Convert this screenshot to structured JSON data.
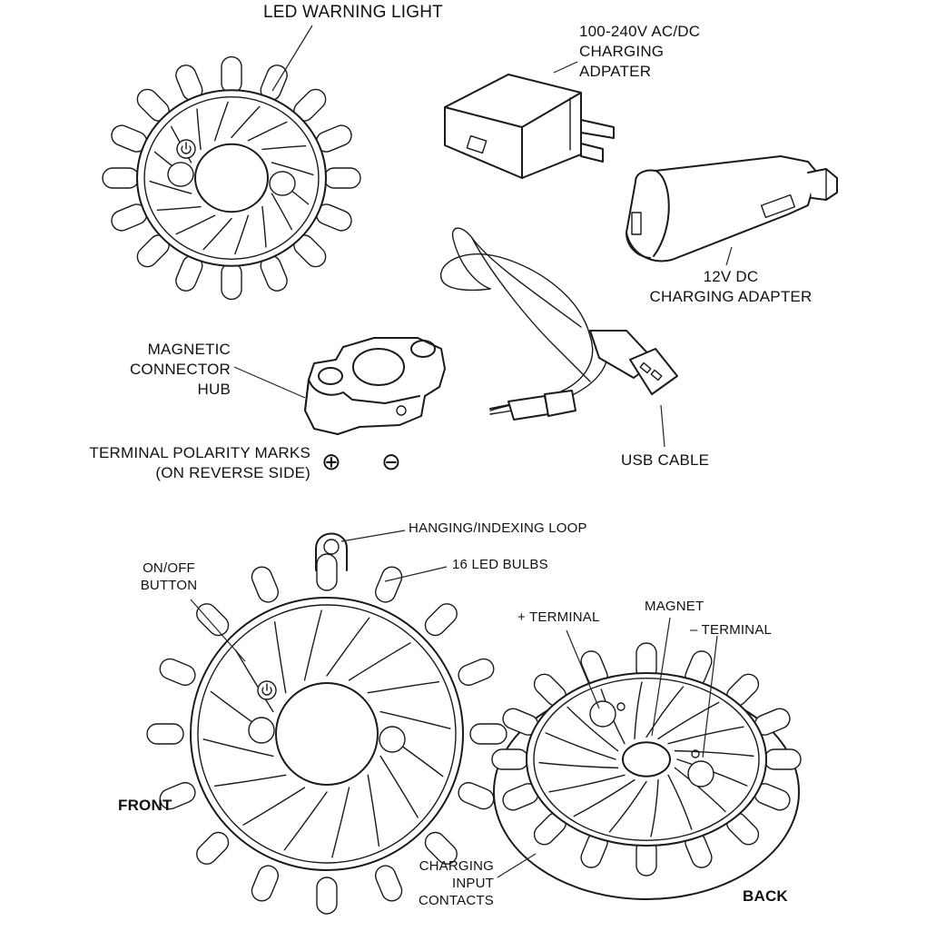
{
  "labels": {
    "led_warning_light": "LED WARNING LIGHT",
    "ac_adapter_line1": "100-240V AC/DC",
    "ac_adapter_line2": "CHARGING",
    "ac_adapter_line3": "ADPATER",
    "dc_adapter_line1": "12V DC",
    "dc_adapter_line2": "CHARGING ADAPTER",
    "hub_line1": "MAGNETIC",
    "hub_line2": "CONNECTOR",
    "hub_line3": "HUB",
    "polarity_line1": "TERMINAL POLARITY MARKS",
    "polarity_line2": "(ON REVERSE SIDE)",
    "usb_cable": "USB CABLE",
    "hanging_loop": "HANGING/INDEXING LOOP",
    "led_bulbs": "16 LED BULBS",
    "onoff_line1": "ON/OFF",
    "onoff_line2": "BUTTON",
    "plus_terminal": "+ TERMINAL",
    "magnet": "MAGNET",
    "minus_terminal": "– TERMINAL",
    "charging_line1": "CHARGING",
    "charging_line2": "INPUT",
    "charging_line3": "CONTACTS",
    "front": "FRONT",
    "back": "BACK"
  },
  "icons": {
    "plus_mark": "⊕",
    "minus_mark": "⊖"
  }
}
